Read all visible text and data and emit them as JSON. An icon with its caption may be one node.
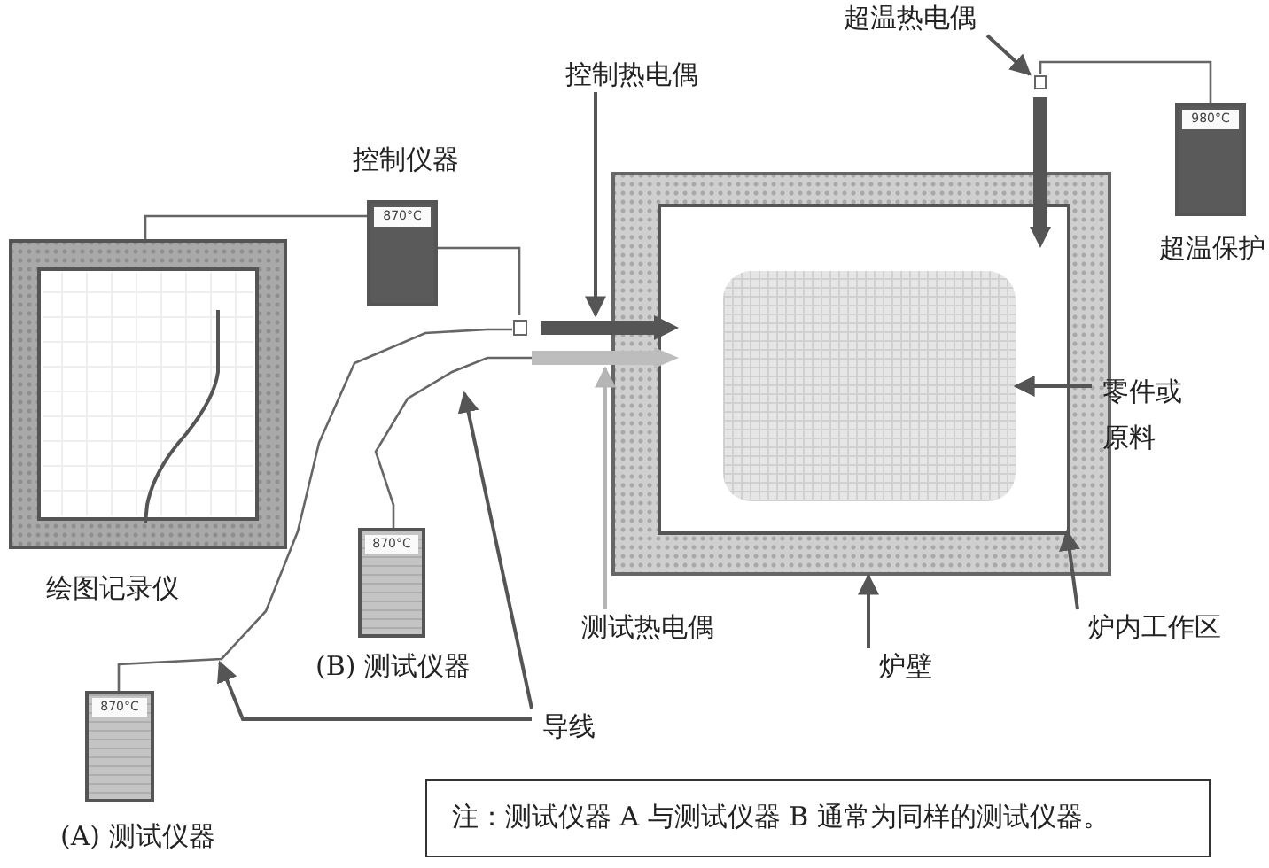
{
  "diagram": {
    "nodes": [
      {
        "text": [
          "控制热电偶"
        ]
      },
      {
        "text": [],
        "shape": "bar"
      },
      {
        "text": [
          "超温热电偶"
        ]
      },
      {
        "text": [],
        "shape": "bar"
      },
      {
        "text": [
          "980°C"
        ],
        "beside": [
          "超温保护"
        ]
      },
      {
        "text": [
          "870°C"
        ],
        "beside": [
          "控制仪器"
        ]
      },
      {
        "text": [],
        "shape": "box",
        "beside": [
          "绘图记录仪"
        ]
      },
      {
        "text": [],
        "shape": "box"
      },
      {
        "text": [
          "炉壁"
        ]
      },
      {
        "text": [],
        "shape": "box",
        "in": 7
      },
      {
        "text": [
          "炉内工作区"
        ]
      },
      {
        "text": [],
        "shape": "box",
        "in": 9
      },
      {
        "text": [
          "零件或原料"
        ]
      },
      {
        "text": [],
        "shape": "bar"
      },
      {
        "text": [
          "测试热电偶"
        ]
      },
      {
        "text": [
          "870°C"
        ],
        "beside": [
          "(B) 测试仪器"
        ]
      },
      {
        "text": [
          "870°C"
        ],
        "beside": [
          "(A) 测试仪器"
        ]
      },
      {
        "text": [
          "导线"
        ]
      }
    ],
    "edges": [
      {
        "from": 0,
        "to": 1,
        "arrow": "to"
      },
      {
        "from": 2,
        "to": 3,
        "arrow": "to"
      },
      {
        "from": 12,
        "to": 11,
        "arrow": "to"
      },
      {
        "from": 10,
        "to": 9,
        "arrow": "to"
      },
      {
        "from": 8,
        "to": 7,
        "arrow": "to"
      },
      {
        "from": 14,
        "to": 13,
        "arrow": "to",
        "color": "#b5b5b5"
      },
      {
        "from": 17,
        "to": null,
        "arrow": "to"
      },
      {
        "from": 17,
        "to": null,
        "arrow": "to"
      },
      {
        "from": 5,
        "to": 6,
        "arrow": "none"
      },
      {
        "from": 5,
        "to": 1,
        "arrow": "none"
      },
      {
        "from": 3,
        "to": 4,
        "arrow": "none"
      },
      {
        "from": 16,
        "to": 1,
        "arrow": "none"
      },
      {
        "from": 13,
        "to": 15,
        "arrow": "none"
      }
    ],
    "labels": [
      "注：测试仪器 A 与测试仪器 B 通常为同样的测试仪器。"
    ]
  }
}
